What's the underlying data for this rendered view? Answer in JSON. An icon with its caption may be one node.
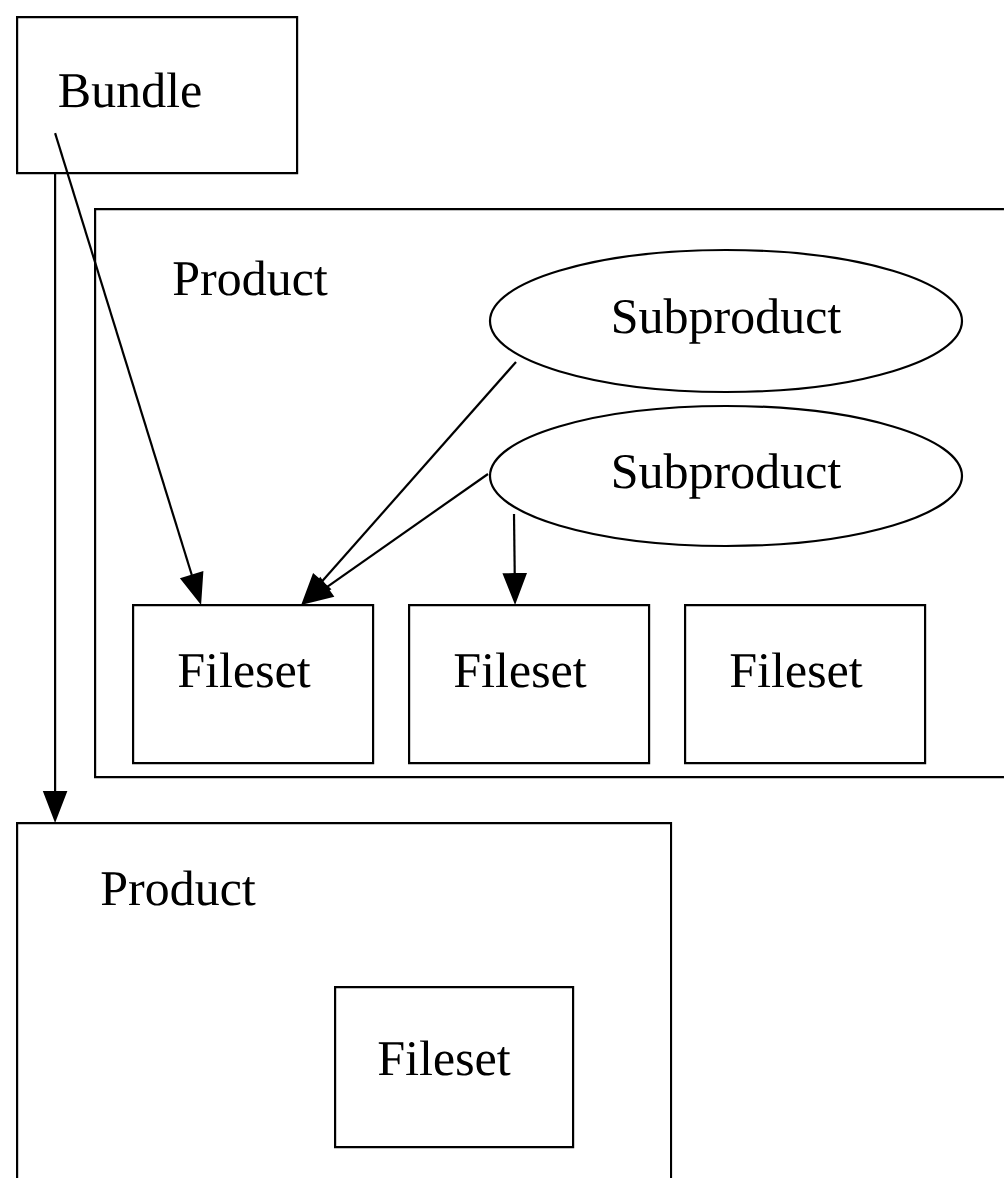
{
  "diagram": {
    "nodes": [
      {
        "text": [
          "Bundle"
        ]
      },
      {
        "text": [
          "Product"
        ]
      },
      {
        "text": [
          "Subproduct"
        ],
        "in": 1
      },
      {
        "text": [
          "Subproduct"
        ],
        "in": 1
      },
      {
        "text": [
          "Fileset"
        ],
        "in": 1
      },
      {
        "text": [
          "Fileset"
        ],
        "in": 1
      },
      {
        "text": [
          "Fileset"
        ],
        "in": 1
      },
      {
        "text": [
          "Product"
        ]
      },
      {
        "text": [
          "Fileset"
        ],
        "in": 7
      }
    ],
    "edges": [
      {
        "from": 0,
        "to": 4,
        "arrow": "to"
      },
      {
        "from": 0,
        "to": 7,
        "arrow": "to"
      },
      {
        "from": 2,
        "to": 4,
        "arrow": "to"
      },
      {
        "from": 3,
        "to": 4,
        "arrow": "to"
      },
      {
        "from": 3,
        "to": 5,
        "arrow": "to"
      }
    ]
  }
}
